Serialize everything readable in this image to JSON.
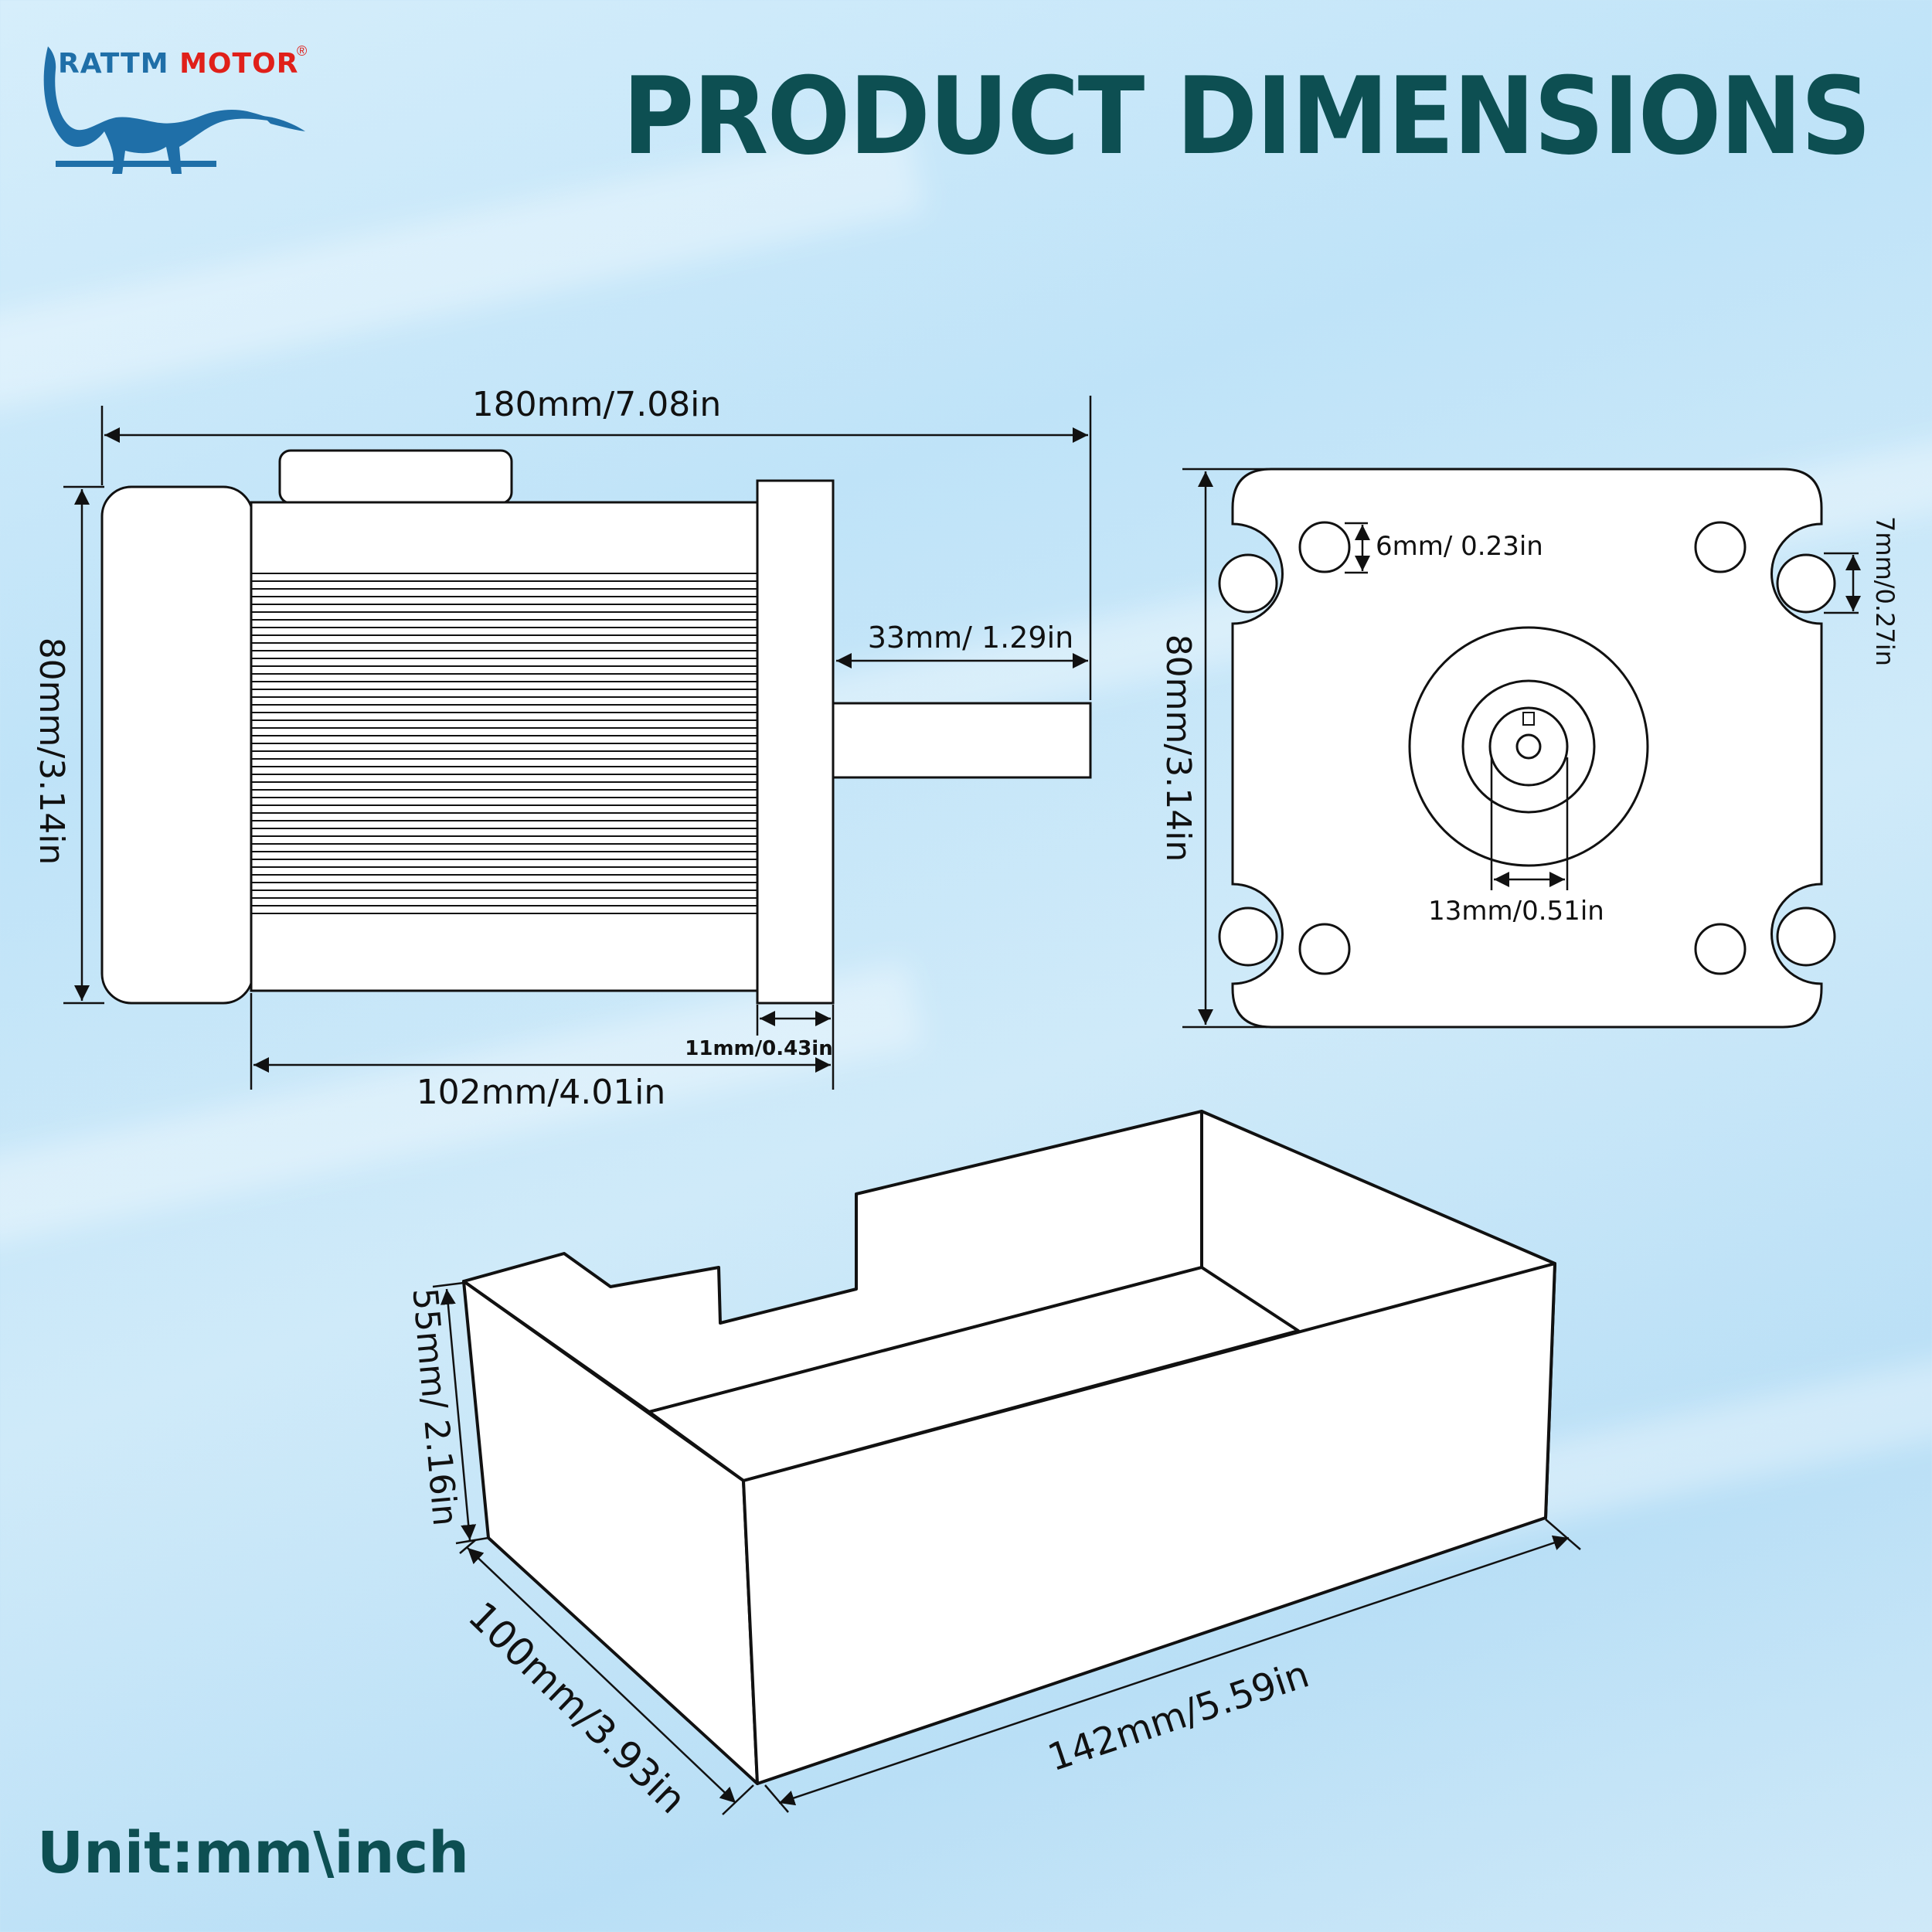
{
  "brand": {
    "name_part1": "RATTM",
    "name_part2": "MOTOR",
    "registered_mark": "®",
    "colors": {
      "blue": "#1f6fa8",
      "red": "#e0201a"
    }
  },
  "title": "PRODUCT DIMENSIONS",
  "unit_label": "Unit:mm\\inch",
  "colors": {
    "title": "#0d4f52",
    "background": "#c6e6f8",
    "line": "#111111"
  },
  "side_view": {
    "overall_length": "180mm/7.08in",
    "height": "80mm/3.14in",
    "shaft_length": "33mm/ 1.29in",
    "flange_thickness": "11mm/0.43in",
    "body_length": "102mm/4.01in"
  },
  "front_view": {
    "height": "80mm/3.14in",
    "mount_hole": "6mm/ 0.23in",
    "corner_slot": "7mm/0.27in",
    "shaft_diameter": "13mm/0.51in"
  },
  "packaging_box": {
    "height": "55mm/ 2.16in",
    "depth": "100mm/3.93in",
    "length": "142mm/5.59in"
  }
}
